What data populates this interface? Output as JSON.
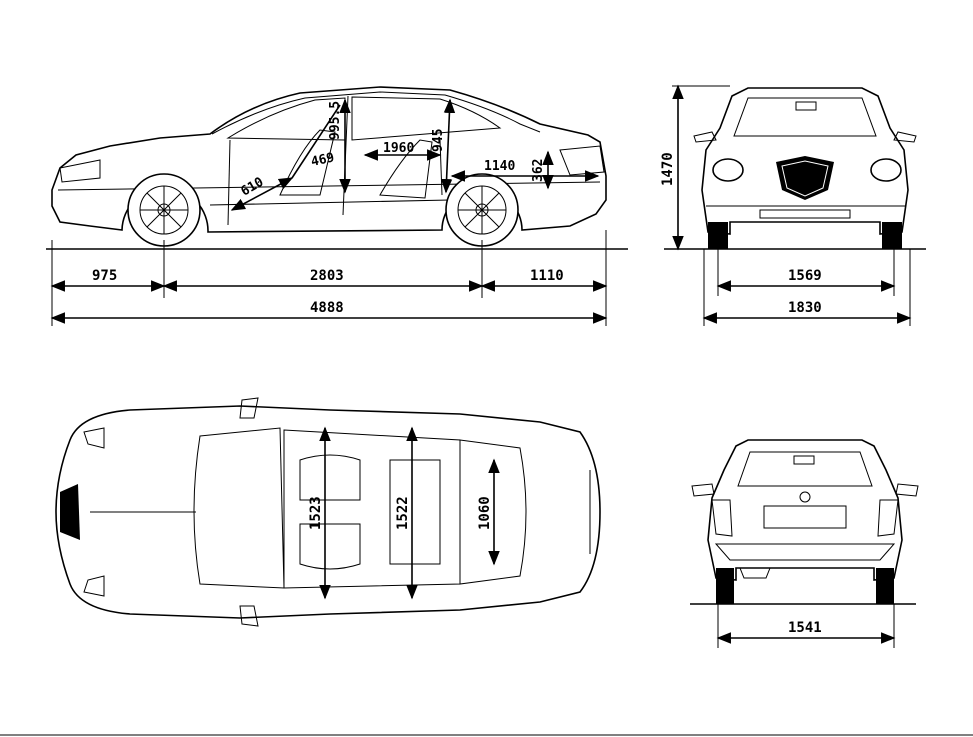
{
  "side_view": {
    "wheelbase": "2803",
    "front_overhang": "975",
    "rear_overhang": "1110",
    "length": "4888",
    "interior_length": "1960",
    "front_headroom": "995.5",
    "rear_headroom": "945",
    "seat_angle": "469",
    "seat_depth": "610",
    "trunk_length": "1140",
    "trunk_height": "362"
  },
  "front_view": {
    "height": "1470",
    "front_track": "1569",
    "width": "1830"
  },
  "top_view": {
    "front_shoulder": "1523",
    "rear_shoulder": "1522",
    "trunk_width": "1060"
  },
  "rear_view": {
    "rear_track": "1541"
  },
  "colors": {
    "ink": "#000000",
    "paper": "#ffffff"
  }
}
